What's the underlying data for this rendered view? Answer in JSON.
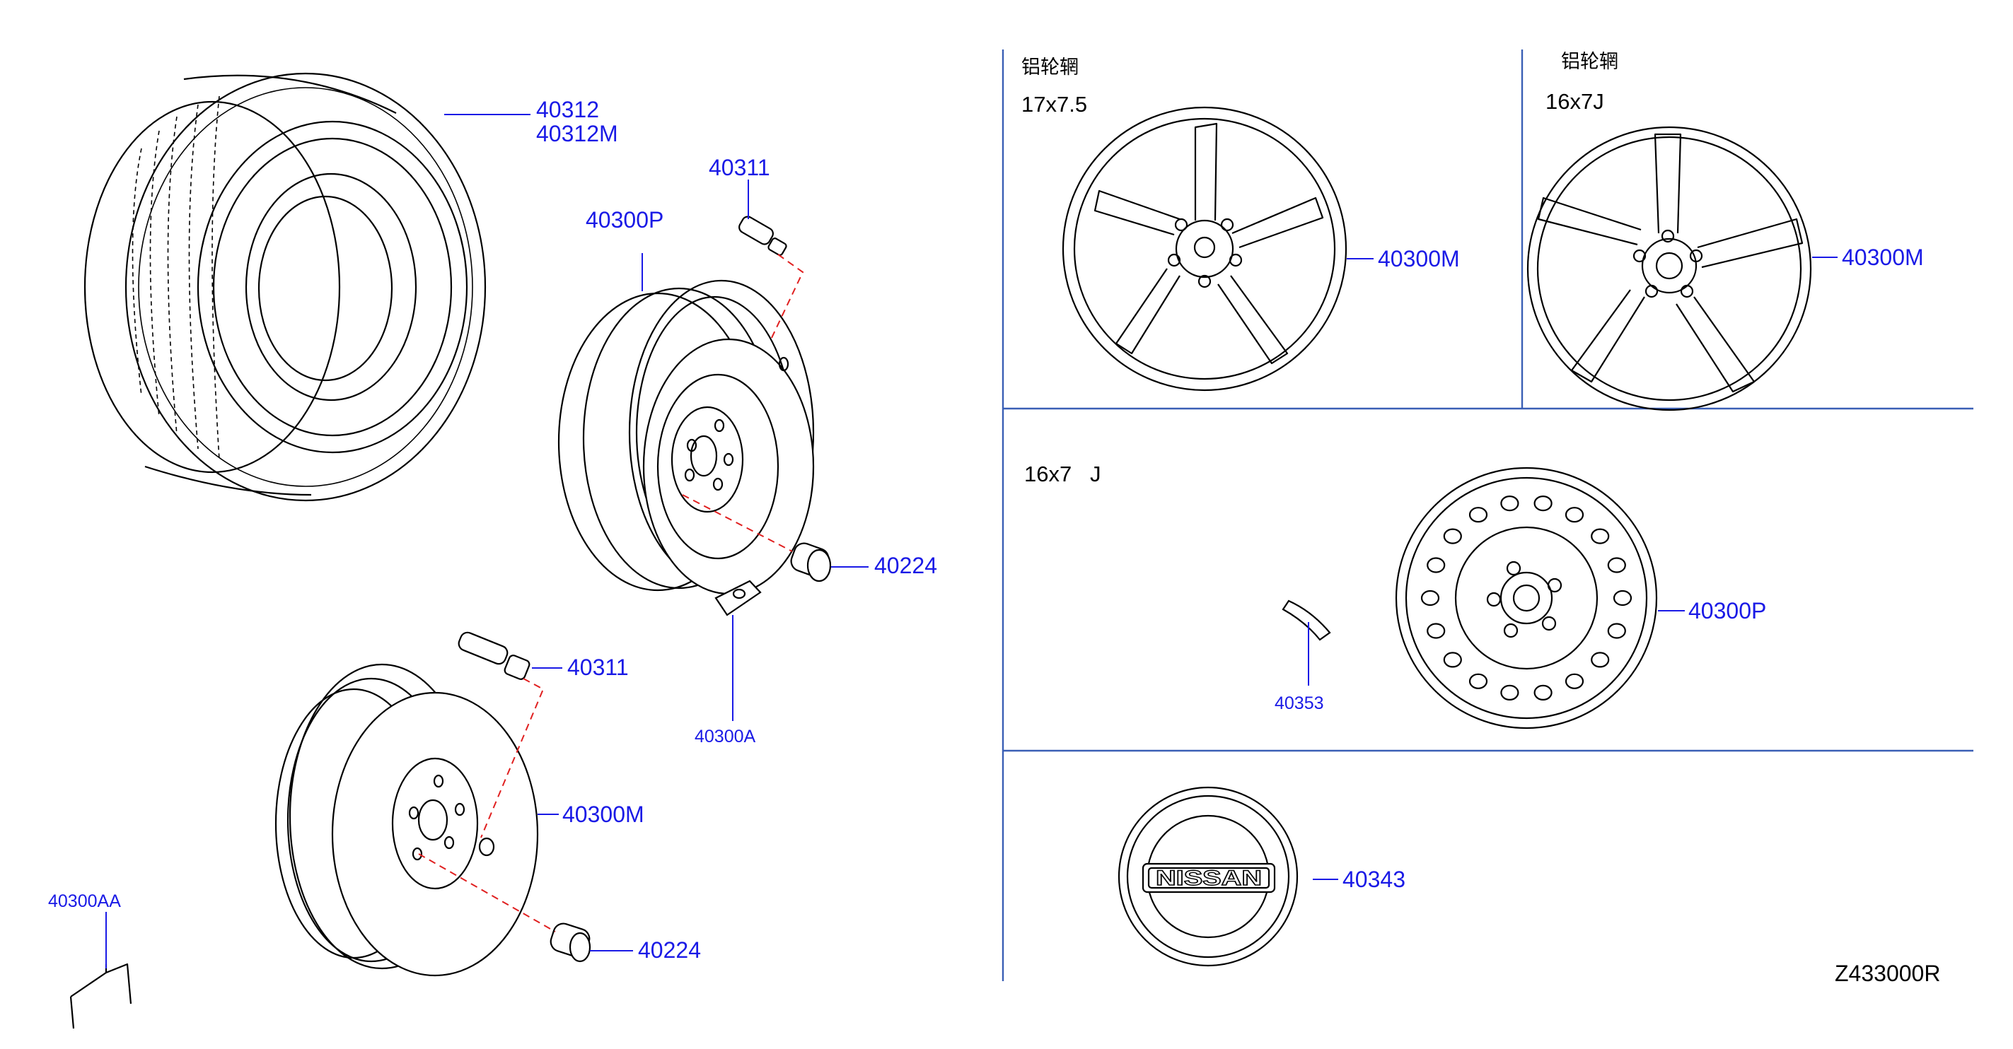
{
  "diagram": {
    "reference_code": "Z433000R",
    "colors": {
      "label": "#1a1ae6",
      "divider": "#3a5fb5",
      "guide_dash": "#e02020",
      "line_art": "#000000"
    },
    "panels": {
      "alloy_17": {
        "title": "铝轮辋",
        "size": "17x7.5"
      },
      "alloy_16": {
        "title": "铝轮辋",
        "size": "16x7J"
      },
      "steel_16": {
        "size": "16x7   J"
      }
    },
    "labels": {
      "tire": "40312",
      "tire_alt": "40312M",
      "valve_top": "40311",
      "steel_wheel": "40300P",
      "nut_top": "40224",
      "balance_weight": "40300A",
      "valve_bottom": "40311",
      "alloy_wheel": "40300M",
      "nut_bottom": "40224",
      "ornament_label": "40300AA",
      "alloy_17_wheel": "40300M",
      "alloy_16_wheel": "40300M",
      "spare_weight": "40353",
      "spare_wheel": "40300P",
      "center_cap": "40343"
    },
    "center_cap_logo": "NISSAN",
    "icons": [
      "tire-icon",
      "steel-wheel-icon",
      "valve-icon",
      "wheel-nut-icon",
      "balance-weight-icon",
      "alloy-wheel-icon",
      "ornament-label-icon",
      "steel-spare-wheel-icon",
      "center-cap-icon"
    ]
  }
}
